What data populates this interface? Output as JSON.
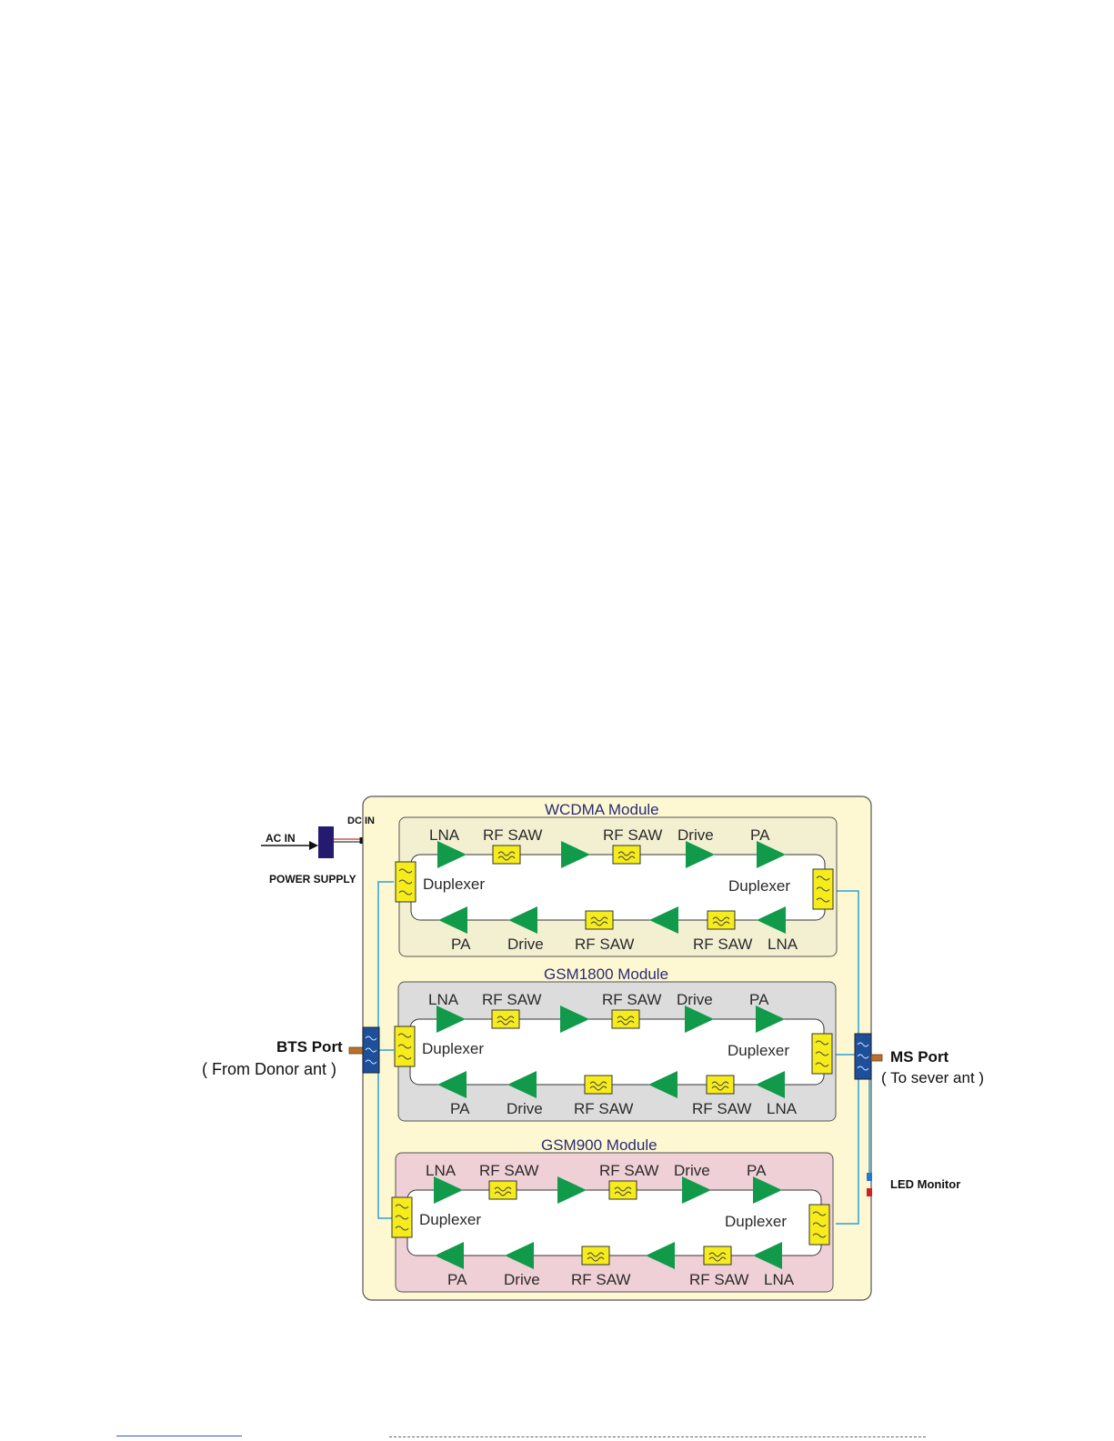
{
  "power": {
    "ac_in": "AC IN",
    "dc_in": "DC IN",
    "power_supply": "POWER SUPPLY"
  },
  "ports": {
    "bts_title": "BTS Port",
    "bts_sub": "( From Donor ant )",
    "ms_title": "MS Port",
    "ms_sub": "( To sever ant )",
    "led_monitor": "LED Monitor"
  },
  "modules": [
    {
      "title": "WCDMA  Module",
      "bg": "#f3f0d2",
      "uplink_labels": [
        "LNA",
        "RF SAW",
        "RF SAW",
        "Drive",
        "PA"
      ],
      "downlink_labels": [
        "PA",
        "Drive",
        "RF SAW",
        "RF SAW",
        "LNA"
      ],
      "duplexer_left": "Duplexer",
      "duplexer_right": "Duplexer"
    },
    {
      "title": "GSM1800  Module",
      "bg": "#dcdcdc",
      "uplink_labels": [
        "LNA",
        "RF SAW",
        "RF SAW",
        "Drive",
        "PA"
      ],
      "downlink_labels": [
        "PA",
        "Drive",
        "RF SAW",
        "RF SAW",
        "LNA"
      ],
      "duplexer_left": "Duplexer",
      "duplexer_right": "Duplexer"
    },
    {
      "title": "GSM900  Module",
      "bg": "#efd0d6",
      "uplink_labels": [
        "LNA",
        "RF SAW",
        "RF SAW",
        "Drive",
        "PA"
      ],
      "downlink_labels": [
        "PA",
        "Drive",
        "RF SAW",
        "RF SAW",
        "LNA"
      ],
      "duplexer_left": "Duplexer",
      "duplexer_right": "Duplexer"
    }
  ],
  "colors": {
    "outer_bg": "#fdf8d2",
    "amp": "#109a4a",
    "saw": "#f6ec1c",
    "cable": "#2d9fd8",
    "port_block": "#1d4f9a",
    "psu": "#241a6e"
  }
}
